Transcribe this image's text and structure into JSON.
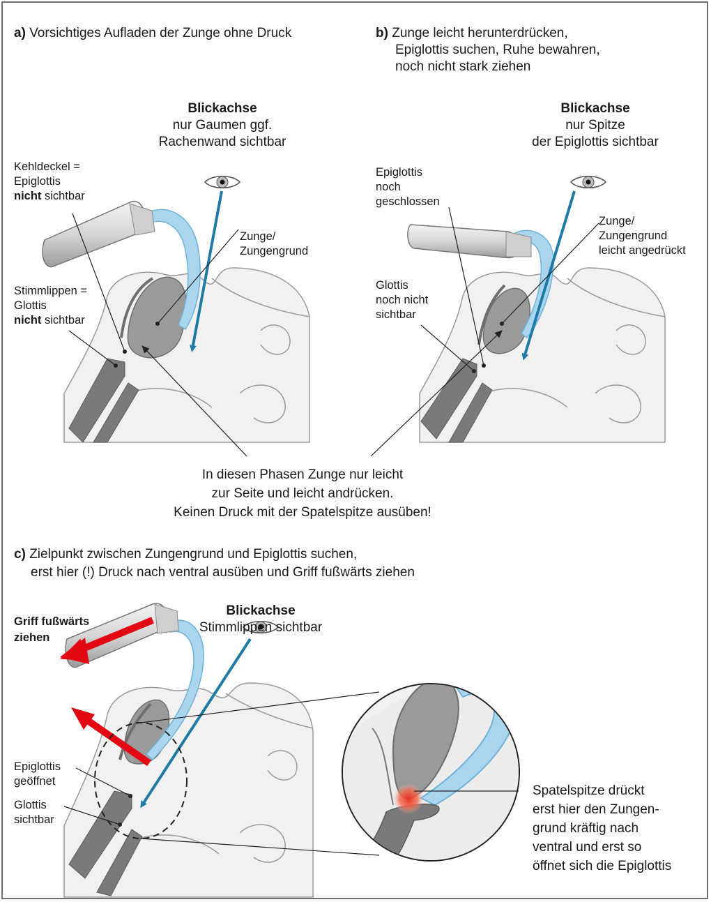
{
  "panel_a": {
    "label": "a)",
    "title": "Vorsichtiges Aufladen der Zunge ohne Druck",
    "axis_title": "Blickachse",
    "axis_line1": "nur Gaumen ggf.",
    "axis_line2": "Rachenwand sichtbar",
    "epiglottis_l1": "Kehldeckel =",
    "epiglottis_l2": "Epiglottis",
    "epiglottis_bold": "nicht",
    "epiglottis_rest": " sichtbar",
    "tongue_l1": "Zunge/",
    "tongue_l2": "Zungengrund",
    "glottis_l1": "Stimmlippen =",
    "glottis_l2": "Glottis",
    "glottis_bold": "nicht",
    "glottis_rest": " sichtbar"
  },
  "panel_b": {
    "label": "b)",
    "title_l1": "Zunge leicht herunterdrücken,",
    "title_l2": "Epiglottis suchen, Ruhe bewahren,",
    "title_l3": "noch nicht stark ziehen",
    "axis_title": "Blickachse",
    "axis_line1": "nur Spitze",
    "axis_line2": "der Epiglottis sichtbar",
    "epiglottis_l1": "Epiglottis",
    "epiglottis_l2": "noch",
    "epiglottis_l3": "geschlossen",
    "tongue_l1": "Zunge/",
    "tongue_l2": "Zungengrund",
    "tongue_l3": "leicht angedrückt",
    "glottis_l1": "Glottis",
    "glottis_l2": "noch nicht",
    "glottis_l3": "sichtbar"
  },
  "middle_note": {
    "line1": "In diesen Phasen Zunge nur leicht",
    "line2": "zur Seite und leicht andrücken.",
    "line3": "Keinen Druck mit der Spatelspitze ausüben!"
  },
  "panel_c": {
    "label": "c)",
    "title_l1": "Zielpunkt zwischen Zungengrund und Epiglottis suchen,",
    "title_l2": "erst hier (!) Druck nach ventral ausüben und Griff fußwärts ziehen",
    "handle_l1": "Griff fußwärts",
    "handle_l2": "ziehen",
    "axis_title": "Blickachse",
    "axis_line1": "Stimmlippen sichtbar",
    "epiglottis_l1": "Epiglottis",
    "epiglottis_l2": "geöffnet",
    "glottis_l1": "Glottis",
    "glottis_l2": "sichtbar",
    "tip_l1": "Spatelspitze drückt",
    "tip_l2": "erst hier den Zungen-",
    "tip_l3": "grund kräftig nach",
    "tip_l4": "ventral und erst so",
    "tip_l5": "öffnet sich die Epiglottis"
  },
  "colors": {
    "sight_axis": "#1f7aa6",
    "pull_arrow": "#e30613",
    "blade": "#9fd0ea",
    "tissue": "#8c8c8c",
    "skin": "#f1f1f1"
  }
}
